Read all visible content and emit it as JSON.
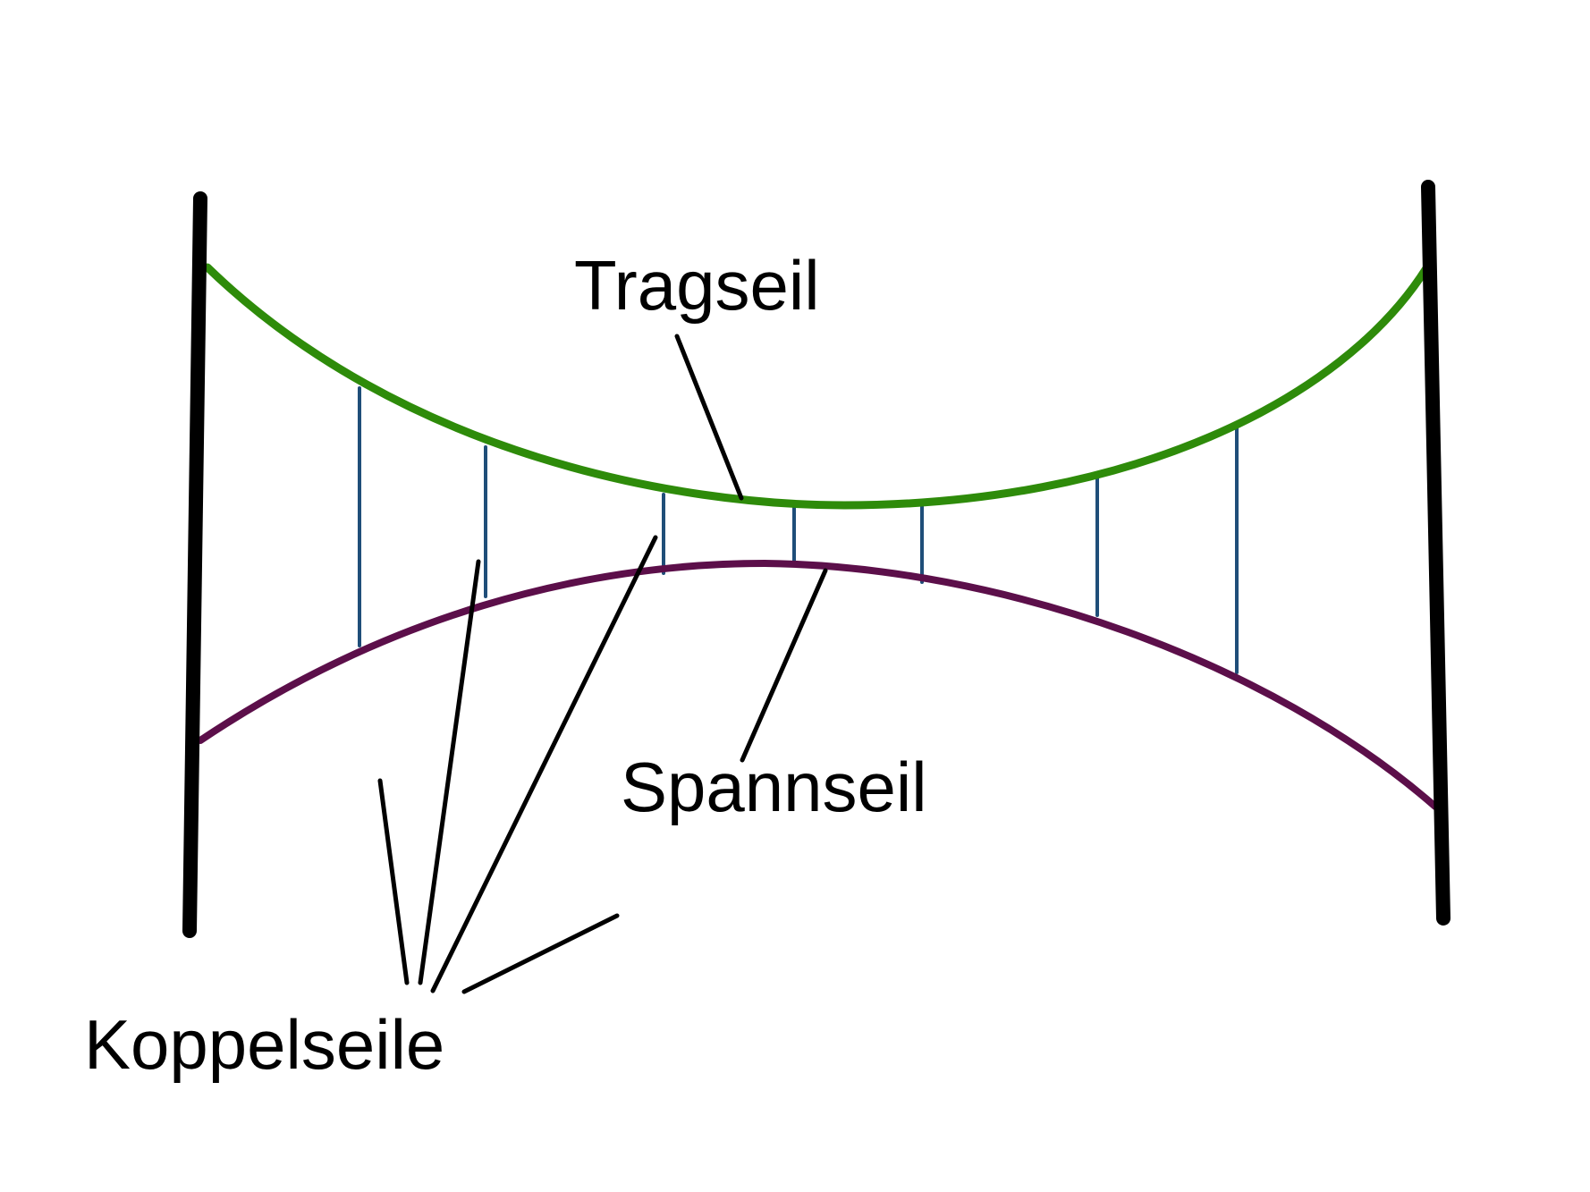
{
  "labels": {
    "tragseil": "Tragseil",
    "spannseil": "Spannseil",
    "koppelseile": "Koppelseile"
  },
  "colors": {
    "mast": "#000000",
    "tragseil": "#2e8b0a",
    "spannseil": "#5c0f4a",
    "koppelseil": "#1f4e79",
    "leader": "#000000"
  }
}
